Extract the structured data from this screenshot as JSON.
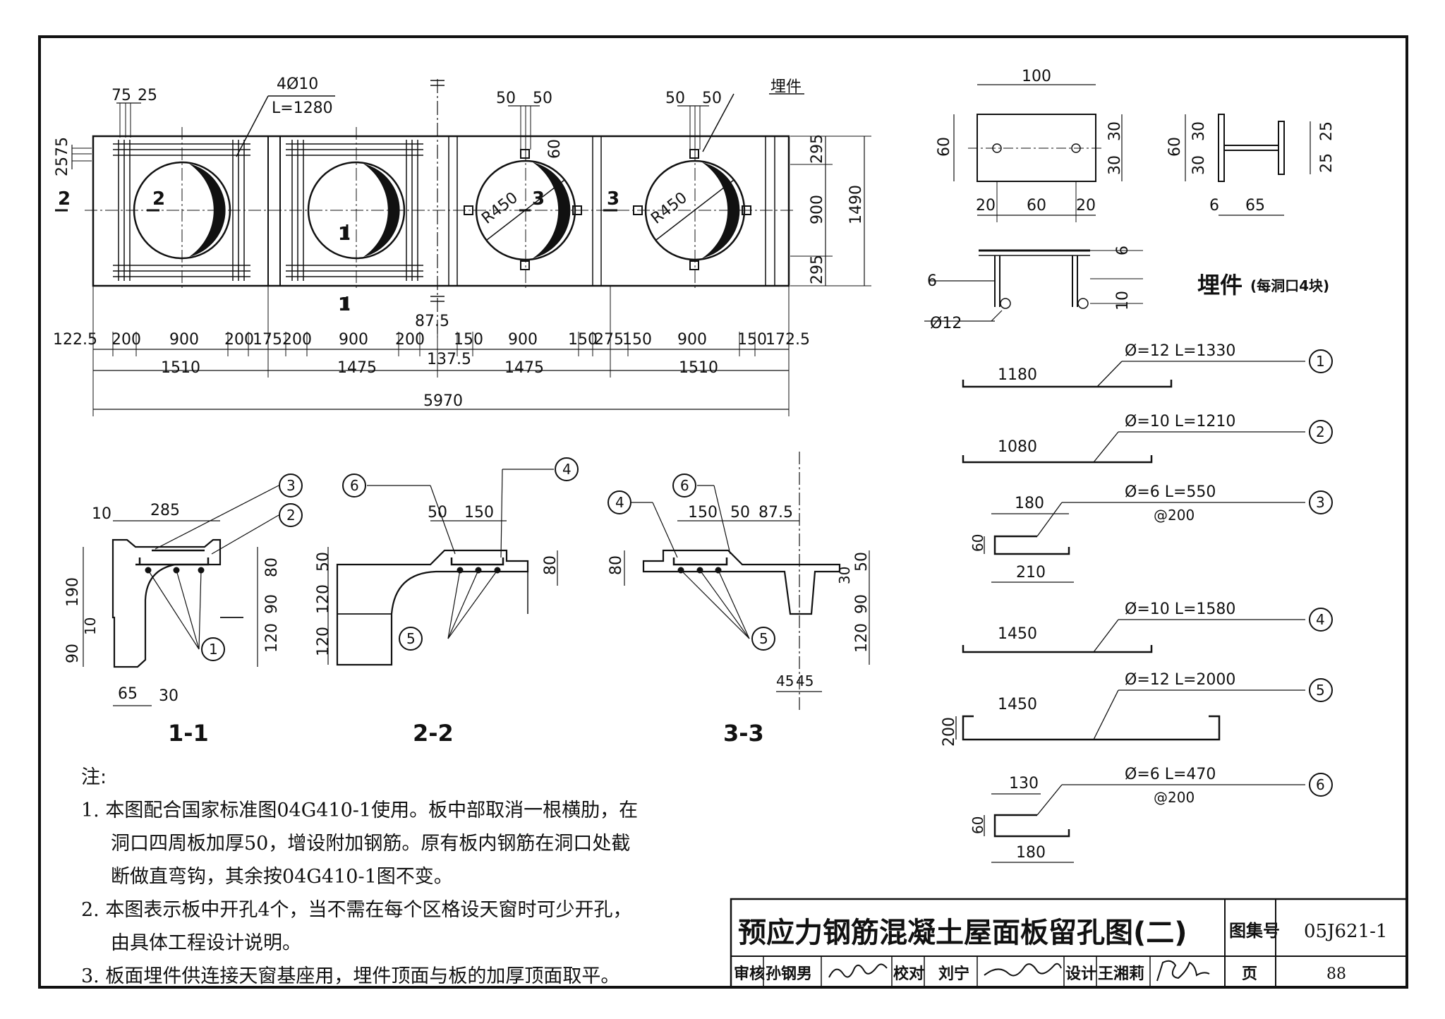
{
  "title_block": {
    "title": "预应力钢筋混凝土屋面板留孔图(二)",
    "atlas_label": "图集号",
    "atlas_no": "05J621-1",
    "review_label": "审核",
    "reviewer": "孙钢男",
    "check_label": "校对",
    "checker": "刘宁",
    "design_label": "设计",
    "designer": "王湘莉",
    "page_label": "页",
    "page_no": "88"
  },
  "notes": {
    "heading": "注:",
    "lines": [
      "1. 本图配合国家标准图04G410-1使用。板中部取消一根横肋，在",
      "洞口四周板加厚50，增设附加钢筋。原有板内钢筋在洞口处截",
      "断做直弯钩，其余按04G410-1图不变。",
      "2. 本图表示板中开孔4个，当不需在每个区格设天窗时可少开孔，",
      "由具体工程设计说明。",
      "3. 板面埋件供连接天窗基座用，埋件顶面与板的加厚顶面取平。"
    ]
  },
  "plan": {
    "top_dims": [
      "75",
      "25",
      "4Ø10",
      "L=1280",
      "50",
      "50",
      "50",
      "50",
      "埋件",
      "60"
    ],
    "left_dims": [
      "25",
      "75"
    ],
    "right_dims": [
      "295",
      "900",
      "295",
      "1490"
    ],
    "section_marks": [
      "2",
      "2",
      "1",
      "1",
      "3",
      "3"
    ],
    "radius_labels": [
      "R450",
      "R450"
    ],
    "dim_row1": [
      "122.5",
      "200",
      "900",
      "200",
      "175",
      "200",
      "900",
      "200",
      "87.5",
      "150",
      "900",
      "150",
      "275",
      "150",
      "900",
      "150",
      "172.5"
    ],
    "dim_row2": [
      "1510",
      "1475",
      "137.5",
      "1475",
      "1510"
    ],
    "total": "5970"
  },
  "embed": {
    "title": "埋件",
    "subtitle": "(每洞口4块)",
    "plate_dims": [
      "100",
      "60",
      "30",
      "30",
      "20",
      "60",
      "20"
    ],
    "side_dims": [
      "60",
      "30",
      "30",
      "25",
      "25",
      "6",
      "65"
    ],
    "anchor_dims": [
      "6",
      "6",
      "10",
      "Ø12"
    ]
  },
  "rebars": [
    {
      "no": "1",
      "spec": "Ø=12  L=1330",
      "len": "1180",
      "spacing": "",
      "extra": []
    },
    {
      "no": "2",
      "spec": "Ø=10  L=1210",
      "len": "1080",
      "spacing": "",
      "extra": []
    },
    {
      "no": "3",
      "spec": "Ø=6   L=550",
      "len": "180",
      "spacing": "@200",
      "extra": [
        "60",
        "210"
      ]
    },
    {
      "no": "4",
      "spec": "Ø=10  L=1580",
      "len": "1450",
      "spacing": "",
      "extra": []
    },
    {
      "no": "5",
      "spec": "Ø=12  L=2000",
      "len": "1450",
      "spacing": "",
      "extra": [
        "200"
      ]
    },
    {
      "no": "6",
      "spec": "Ø=6   L=470",
      "len": "130",
      "spacing": "@200",
      "extra": [
        "60",
        "180"
      ]
    }
  ],
  "sections": {
    "s11": {
      "label": "1-1",
      "dims": [
        "10",
        "285",
        "190",
        "90",
        "10",
        "80",
        "90",
        "120",
        "65",
        "30"
      ]
    },
    "s22": {
      "label": "2-2",
      "dims": [
        "50",
        "150",
        "50",
        "120",
        "120",
        "80"
      ]
    },
    "s33": {
      "label": "3-3",
      "dims": [
        "150",
        "50",
        "87.5",
        "80",
        "50",
        "30",
        "90",
        "120",
        "45",
        "45"
      ]
    }
  }
}
